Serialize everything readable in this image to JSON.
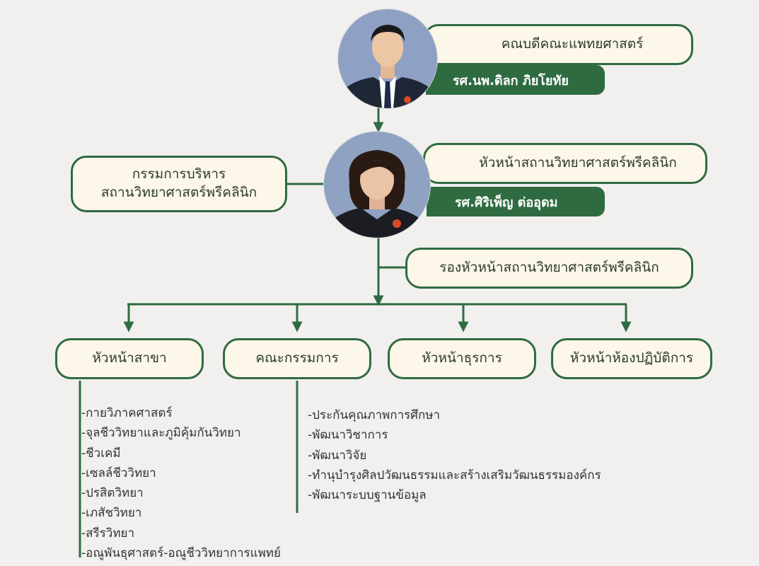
{
  "colors": {
    "accent": "#2f6b41",
    "box_fill": "#fcf7e8",
    "background": "#f1f0ee"
  },
  "dean": {
    "title": "คณบดีคณะแพทยศาสตร์",
    "name": "รศ.นพ.ดิลก ภิยโยทัย",
    "photo": "dean-portrait-photo"
  },
  "head": {
    "title": "หัวหน้าสถานวิทยาศาสตร์พรีคลินิก",
    "name": "รศ.ศิริเพ็ญ ต่ออุดม",
    "photo": "head-portrait-photo"
  },
  "committee": {
    "line1": "กรรมการบริหาร",
    "line2": "สถานวิทยาศาสตร์พรีคลินิก"
  },
  "deputy": {
    "title": "รองหัวหน้าสถานวิทยาศาสตร์พรีคลินิก"
  },
  "units": [
    {
      "label": "หัวหน้าสาขา"
    },
    {
      "label": "คณะกรรมการ"
    },
    {
      "label": "หัวหน้าธุรการ"
    },
    {
      "label": "หัวหน้าห้องปฏิบัติการ"
    }
  ],
  "divisions": [
    "-กายวิภาคศาสตร์",
    "-จุลชีววิทยาและภูมิคุ้มกันวิทยา",
    "-ชีวเคมี",
    "-เซลล์ชีววิทยา",
    "-ปรสิตวิทยา",
    "-เภสัชวิทยา",
    "-สรีรวิทยา",
    "-อณูพันธุศาสตร์-อณูชีววิทยาการแพทย์"
  ],
  "committees": [
    "-ประกันคุณภาพการศึกษา",
    "-พัฒนาวิชาการ",
    "-พัฒนาวิจัย",
    "-ทำนุบำรุงศิลปวัฒนธรรมและสร้างเสริมวัฒนธรรมองค์กร",
    "-พัฒนาระบบฐานข้อมูล"
  ]
}
